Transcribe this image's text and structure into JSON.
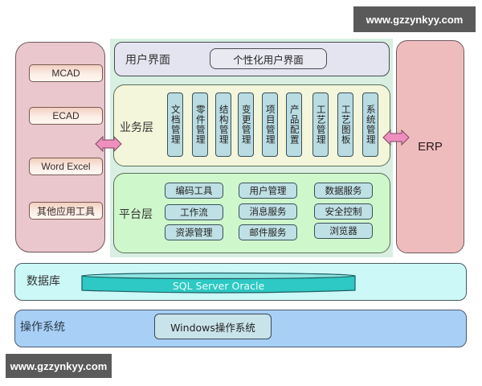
{
  "watermarks": {
    "top": "www.gzzynkyy.com",
    "bottom": "www.gzzynkyy.com"
  },
  "left_panel": {
    "apps": [
      "MCAD",
      "ECAD",
      "Word Excel",
      "其他应用工具"
    ]
  },
  "erp_panel": {
    "label": "ERP"
  },
  "ui_layer": {
    "title": "用户界面",
    "box": "个性化用户界面"
  },
  "business_layer": {
    "title": "业务层",
    "modules": [
      "文档管理",
      "零件管理",
      "结构管理",
      "变更管理",
      "项目管理",
      "产品配置",
      "工艺管理",
      "工艺图板",
      "系统管理"
    ]
  },
  "platform_layer": {
    "title": "平台层",
    "services": [
      [
        "编码工具",
        "工作流",
        "资源管理"
      ],
      [
        "用户管理",
        "消息服务",
        "邮件服务"
      ],
      [
        "数据服务",
        "安全控制",
        "浏览器"
      ]
    ]
  },
  "database_layer": {
    "title": "数据库",
    "db": "SQL Server Oracle"
  },
  "os_layer": {
    "title": "操作系统",
    "box": "Windows操作系统"
  },
  "colors": {
    "left_panel": "#e9c7cd",
    "erp_panel": "#efbcbe",
    "ui_layer": "#e4e4f0",
    "business_layer": "#f3f6da",
    "platform_layer": "#cff7cc",
    "module": "#b9dbe2",
    "database_layer": "#ccf8f8",
    "db_cylinder": "#2ec9c4",
    "os_layer": "#a8cff5",
    "arrow": "#ef8fc0"
  }
}
